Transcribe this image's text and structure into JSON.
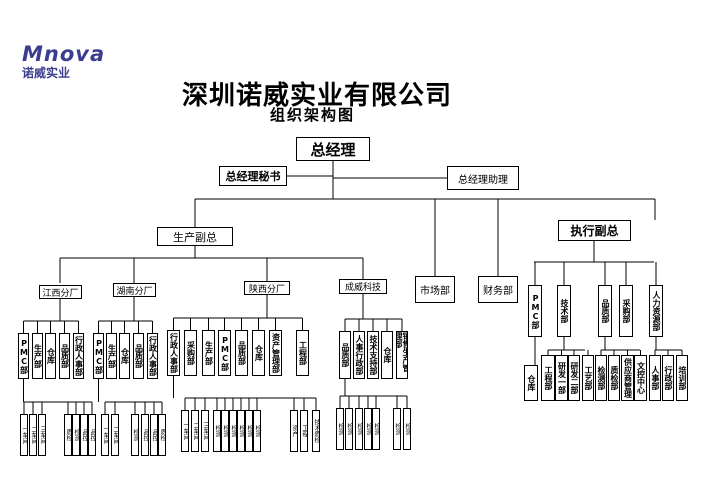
{
  "logo": {
    "brand": "Mnova",
    "sub": "诺威实业"
  },
  "title": "深圳诺威实业有限公司",
  "subtitle": "组织架构图",
  "top": {
    "gm": "总经理",
    "secretary": "总经理秘书",
    "assistant": "总经理助理"
  },
  "level1": {
    "production_vp": "生产副总",
    "market": "市场部",
    "finance": "财务部",
    "exec_vp": "执行副总"
  },
  "branches": [
    {
      "label": "江西分厂",
      "depts": [
        "PMC部",
        "生产部",
        "仓库",
        "品质部",
        "行政人事部"
      ],
      "units": [
        "一车间",
        "二车间",
        "三车间",
        "质检",
        "检测",
        "品控",
        "品控"
      ]
    },
    {
      "label": "湖南分厂",
      "depts": [
        "PMC部",
        "生产部",
        "仓库",
        "品质部",
        "行政人事部"
      ],
      "units": [
        "一车间",
        "二车间",
        "检测",
        "品控",
        "品控",
        "质检"
      ]
    },
    {
      "label": "陕西分厂",
      "depts": [
        "行政人事部",
        "采购部",
        "生产部",
        "PMC部",
        "品质部",
        "仓库",
        "资产管理部",
        "工程部"
      ],
      "units": [
        "一车间",
        "二车间",
        "三车间",
        "检测",
        "检测",
        "检测",
        "检测",
        "检测",
        "检测",
        "资产",
        "工程",
        "技术质检"
      ]
    },
    {
      "label": "成威科技",
      "depts": [
        "品质部",
        "人事行政部",
        "技术支持部",
        "仓库",
        "销售生产管理部"
      ],
      "units": [
        "检测",
        "检测",
        "检测",
        "检测",
        "检测",
        "检测",
        "检测"
      ]
    }
  ],
  "exec_depts": [
    "PMC部",
    "技术部",
    "品质部",
    "采购部",
    "人力资源部"
  ],
  "exec_units": [
    "仓库",
    "工程部",
    "研发一部",
    "研发二部",
    "工艺部",
    "检测部",
    "质检部",
    "供应商管理",
    "文控中心",
    "人事部",
    "行政部",
    "培训部"
  ]
}
